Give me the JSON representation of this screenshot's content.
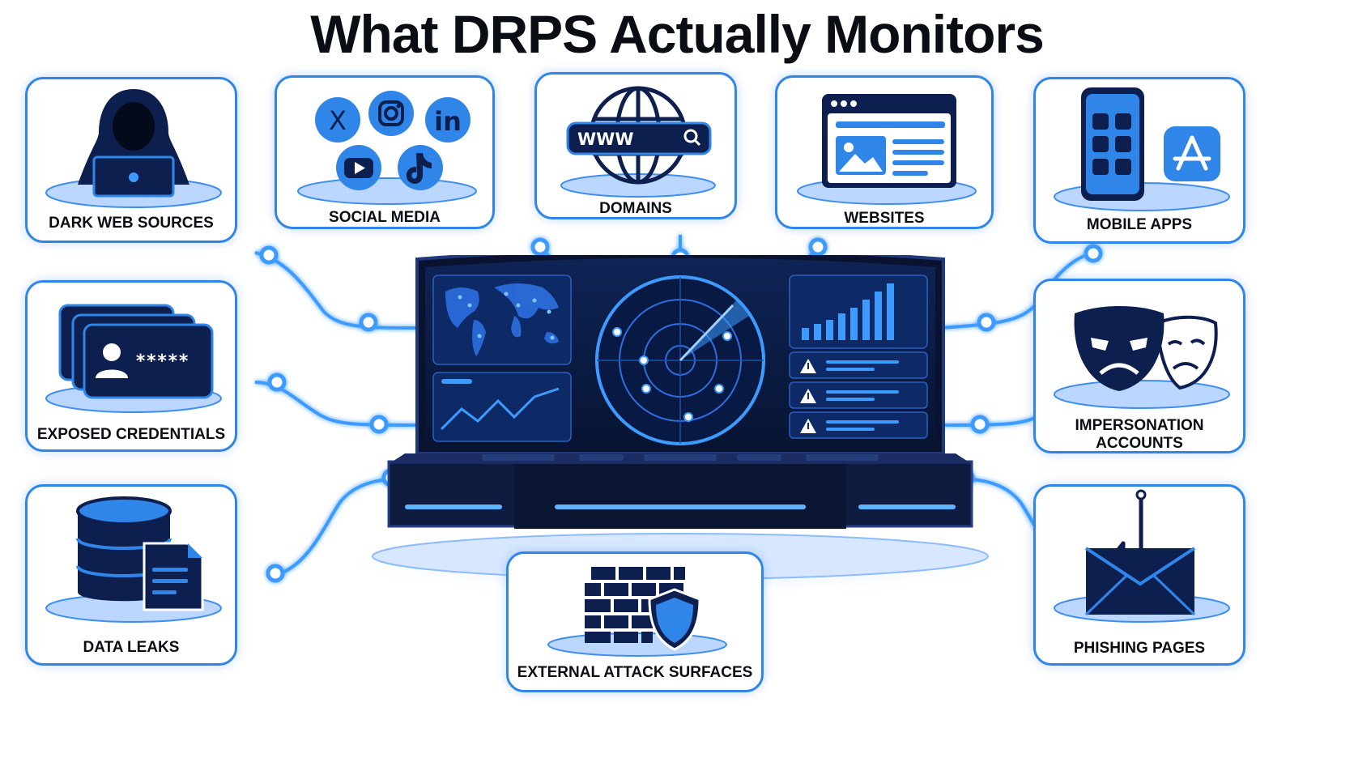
{
  "title": "What DRPS Actually Monitors",
  "cards": {
    "dark_web": {
      "label": "DARK WEB SOURCES",
      "icon": "hooded-hacker-icon"
    },
    "social_media": {
      "label": "SOCIAL MEDIA",
      "icon": "social-logos-icon",
      "x_glyph": "X",
      "linkedin_glyph": "in"
    },
    "domains": {
      "label": "DOMAINS",
      "icon": "globe-icon",
      "search_text": "WWW"
    },
    "websites": {
      "label": "WEBSITES",
      "icon": "browser-window-icon"
    },
    "mobile_apps": {
      "label": "MOBILE APPS",
      "icon": "smartphone-icon"
    },
    "exposed_credentials": {
      "label": "EXPOSED CREDENTIALS",
      "icon": "credential-cards-icon",
      "masked_password": "*****"
    },
    "impersonation": {
      "label_line1": "IMPERSONATION",
      "label_line2": "ACCOUNTS",
      "icon": "theater-masks-icon"
    },
    "data_leaks": {
      "label": "DATA LEAKS",
      "icon": "database-icon"
    },
    "external_attack": {
      "label": "EXTERNAL ATTACK SURFACES",
      "icon": "firewall-shield-icon"
    },
    "phishing": {
      "label": "PHISHING PAGES",
      "icon": "fishhook-envelope-icon"
    }
  },
  "center": {
    "icon": "monitoring-console-icon"
  },
  "colors": {
    "accent": "#2f86e8",
    "navy": "#0d1f4f",
    "glow": "#3d9bff",
    "title": "#0b0d14"
  }
}
